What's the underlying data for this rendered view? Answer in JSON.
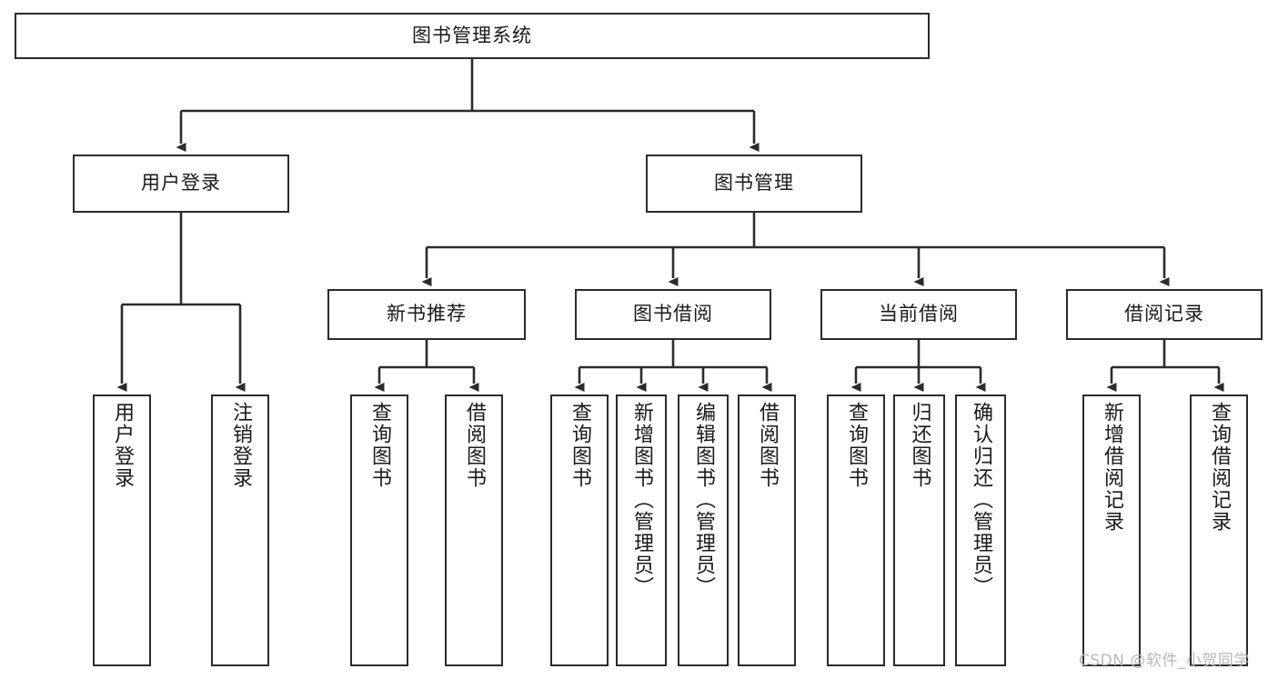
{
  "diagram": {
    "title": "图书管理系统",
    "type": "tree-hierarchy",
    "watermark": "CSDN @软件_小贺同学",
    "colors": {
      "stroke": "#2b2b2b",
      "fill": "#ffffff",
      "text": "#1a1a1a",
      "watermark": "#b8b8b8"
    },
    "nodes": {
      "root": {
        "label": "图书管理系统",
        "level": 1
      },
      "l2": [
        {
          "id": "user-login",
          "label": "用户登录",
          "level": 2
        },
        {
          "id": "book-manage",
          "label": "图书管理",
          "level": 2
        }
      ],
      "l3": [
        {
          "id": "new-book-recommend",
          "label": "新书推荐",
          "level": 3
        },
        {
          "id": "book-borrow",
          "label": "图书借阅",
          "level": 3
        },
        {
          "id": "current-borrow",
          "label": "当前借阅",
          "level": 3
        },
        {
          "id": "borrow-record",
          "label": "借阅记录",
          "level": 3
        }
      ],
      "leaves": [
        {
          "id": "leaf-user-login",
          "label": "用户登录",
          "parent": "user-login"
        },
        {
          "id": "leaf-user-logout",
          "label": "注销登录",
          "parent": "user-login"
        },
        {
          "id": "leaf-query-book-1",
          "label": "查询图书",
          "parent": "new-book-recommend"
        },
        {
          "id": "leaf-borrow-book-1",
          "label": "借阅图书",
          "parent": "new-book-recommend"
        },
        {
          "id": "leaf-query-book-2",
          "label": "查询图书",
          "parent": "book-borrow"
        },
        {
          "id": "leaf-add-book",
          "label": "新增图书（管理员）",
          "parent": "book-borrow"
        },
        {
          "id": "leaf-edit-book",
          "label": "编辑图书（管理员）",
          "parent": "book-borrow"
        },
        {
          "id": "leaf-borrow-book-2",
          "label": "借阅图书",
          "parent": "book-borrow"
        },
        {
          "id": "leaf-query-book-3",
          "label": "查询图书",
          "parent": "current-borrow"
        },
        {
          "id": "leaf-return-book",
          "label": "归还图书",
          "parent": "current-borrow"
        },
        {
          "id": "leaf-confirm-return",
          "label": "确认归还（管理员）",
          "parent": "current-borrow"
        },
        {
          "id": "leaf-add-record",
          "label": "新增借阅记录",
          "parent": "borrow-record"
        },
        {
          "id": "leaf-query-record",
          "label": "查询借阅记录",
          "parent": "borrow-record"
        }
      ]
    }
  }
}
